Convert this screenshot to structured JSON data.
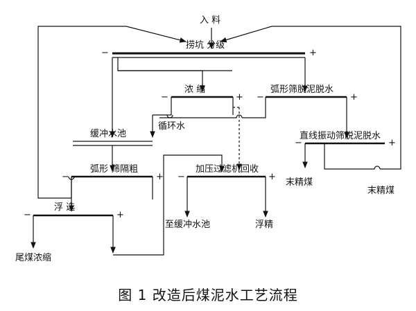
{
  "figure": {
    "caption": "图 1    改造后煤泥水工艺流程"
  },
  "nodes": {
    "feed": "入  料",
    "grading": "捞坑  分级",
    "thickening": "浓    缩",
    "arc_screen_desliming": "弧形筛脱泥脱水",
    "circulating_water": "循环水",
    "buffer_pool": "缓冲水池",
    "linear_screen": "直线振动筛脱泥脱水",
    "arc_screen_coarse": "弧形  筛隔粗",
    "pressure_filter": "加压过滤机回收",
    "fine_clean_coal_1": "末精煤",
    "fine_clean_coal_2": "末精煤",
    "flotation": "浮    选",
    "to_buffer_pool": "至缓冲水池",
    "flotation_concentrate": "浮精",
    "tailing_thickening": "尾煤浓缩"
  },
  "signs": {
    "minus": "−",
    "plus": "+"
  },
  "colors": {
    "line": "#111111",
    "text": "#111111",
    "background": "#ffffff"
  }
}
